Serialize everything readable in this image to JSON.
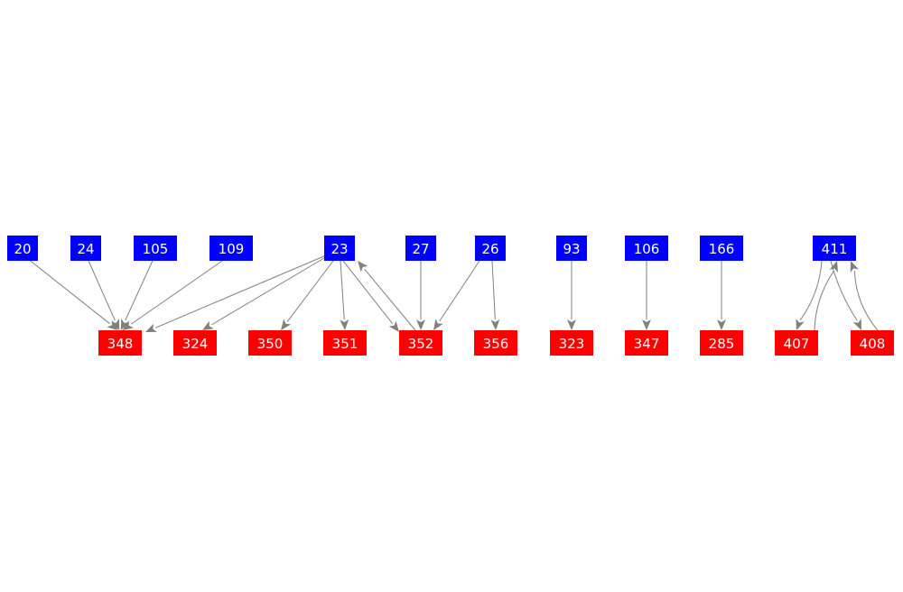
{
  "colors": {
    "source_node": "#0000ff",
    "target_node": "#ff0000",
    "edge": "#808080",
    "label": "#ffffff"
  },
  "nodes": [
    {
      "id": "20",
      "label": "20",
      "group": "source"
    },
    {
      "id": "24",
      "label": "24",
      "group": "source"
    },
    {
      "id": "105",
      "label": "105",
      "group": "source"
    },
    {
      "id": "109",
      "label": "109",
      "group": "source"
    },
    {
      "id": "23",
      "label": "23",
      "group": "source"
    },
    {
      "id": "27",
      "label": "27",
      "group": "source"
    },
    {
      "id": "26",
      "label": "26",
      "group": "source"
    },
    {
      "id": "93",
      "label": "93",
      "group": "source"
    },
    {
      "id": "106",
      "label": "106",
      "group": "source"
    },
    {
      "id": "166",
      "label": "166",
      "group": "source"
    },
    {
      "id": "411",
      "label": "411",
      "group": "source"
    },
    {
      "id": "348",
      "label": "348",
      "group": "target"
    },
    {
      "id": "324",
      "label": "324",
      "group": "target"
    },
    {
      "id": "350",
      "label": "350",
      "group": "target"
    },
    {
      "id": "351",
      "label": "351",
      "group": "target"
    },
    {
      "id": "352",
      "label": "352",
      "group": "target"
    },
    {
      "id": "356",
      "label": "356",
      "group": "target"
    },
    {
      "id": "323",
      "label": "323",
      "group": "target"
    },
    {
      "id": "347",
      "label": "347",
      "group": "target"
    },
    {
      "id": "285",
      "label": "285",
      "group": "target"
    },
    {
      "id": "407",
      "label": "407",
      "group": "target"
    },
    {
      "id": "408",
      "label": "408",
      "group": "target"
    }
  ],
  "edges": [
    {
      "from": "20",
      "to": "348"
    },
    {
      "from": "24",
      "to": "348"
    },
    {
      "from": "105",
      "to": "348"
    },
    {
      "from": "109",
      "to": "348"
    },
    {
      "from": "23",
      "to": "348"
    },
    {
      "from": "23",
      "to": "324"
    },
    {
      "from": "23",
      "to": "350"
    },
    {
      "from": "23",
      "to": "351"
    },
    {
      "from": "23",
      "to": "352"
    },
    {
      "from": "352",
      "to": "23"
    },
    {
      "from": "27",
      "to": "352"
    },
    {
      "from": "26",
      "to": "352"
    },
    {
      "from": "26",
      "to": "356"
    },
    {
      "from": "93",
      "to": "323"
    },
    {
      "from": "106",
      "to": "347"
    },
    {
      "from": "166",
      "to": "285"
    },
    {
      "from": "411",
      "to": "407"
    },
    {
      "from": "407",
      "to": "411"
    },
    {
      "from": "411",
      "to": "408"
    },
    {
      "from": "408",
      "to": "411"
    }
  ]
}
